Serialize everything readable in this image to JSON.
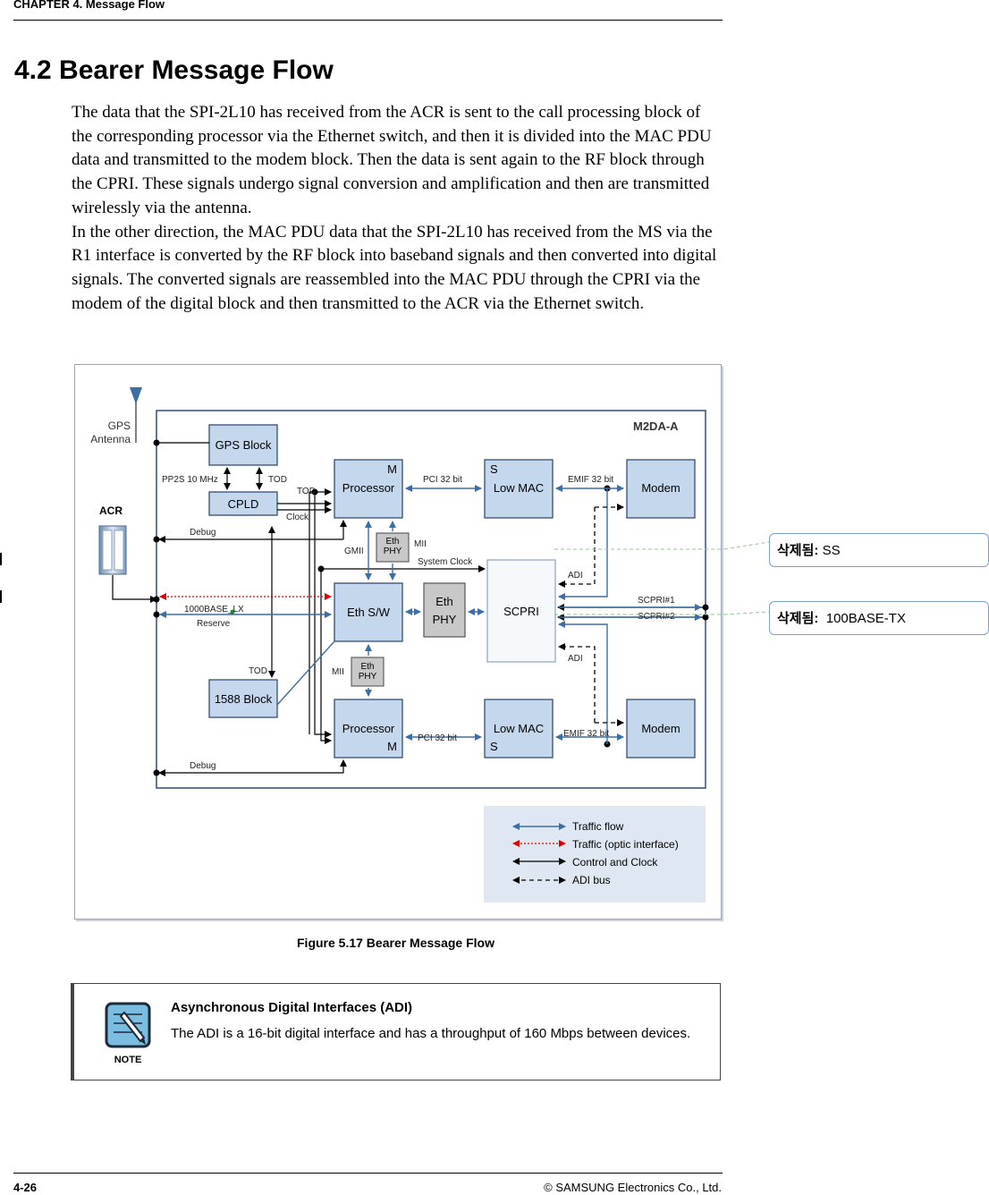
{
  "header": {
    "chapter": "CHAPTER 4. Message Flow"
  },
  "section": {
    "title": "4.2  Bearer Message Flow"
  },
  "paragraphs": [
    "The data that the SPI-2L10 has received from the ACR is sent to the call processing block of the corresponding processor via the Ethernet switch, and then it is divided into the MAC PDU data and transmitted to the modem block. Then the data is sent again to the RF block through the CPRI. These signals undergo signal conversion and amplification and then are transmitted wirelessly via the antenna.",
    "In the other direction, the MAC PDU data that the SPI-2L10 has received from the MS via the R1 interface is converted by the RF block into baseband signals and then converted into digital signals. The converted signals are reassembled into the MAC PDU through the CPRI via the modem of the digital block and then transmitted to the ACR via the Ethernet switch."
  ],
  "diagram": {
    "board_label": "M2DA-A",
    "gps_antenna": [
      "GPS",
      "Antenna"
    ],
    "acr_label": "ACR",
    "blocks": {
      "gps_block": "GPS Block",
      "cpld": "CPLD",
      "block_1588": "1588 Block",
      "proc_top": "Processor",
      "proc_top_tag": "M",
      "proc_bottom": "Processor",
      "proc_bottom_tag": "M",
      "lowmac_top": "Low MAC",
      "lowmac_top_tag": "S",
      "lowmac_bottom": "Low MAC",
      "lowmac_bottom_tag": "S",
      "modem_top": "Modem",
      "modem_bottom": "Modem",
      "eth_sw": "Eth S/W",
      "eth_phy_mid": [
        "Eth",
        "PHY"
      ],
      "eth_phy_small_top": [
        "Eth",
        "PHY"
      ],
      "eth_phy_small_bottom": [
        "Eth",
        "PHY"
      ],
      "scpri": "SCPRI"
    },
    "labels": {
      "pp2s": "PP2S 10 MHz",
      "tod1": "TOD",
      "tod2": "TOD",
      "clock": "Clock",
      "debug_top": "Debug",
      "debug_bottom": "Debug",
      "gmii": "GMII",
      "mii_top": "MII",
      "mii_bottom": "MII",
      "system_clock": "System Clock",
      "pci_top": "PCI 32 bit",
      "pci_bottom": "PCI 32 bit",
      "emif_top": "EMIF 32 bit",
      "emif_bottom": "EMIF 32 bit",
      "adi_top": "ADI",
      "adi_bottom": "ADI",
      "scpri1": "SCPRI#1",
      "scpri2": "SCPRI#2",
      "base_lx": "1000BASE_LX",
      "reserve": "Reserve",
      "tod_1588": "TOD"
    },
    "legend": [
      {
        "label": "Traffic flow",
        "color": "#3b6ea5"
      },
      {
        "label": "Traffic (optic interface)",
        "color": "#e00000"
      },
      {
        "label": "Control and Clock",
        "color": "#000000"
      },
      {
        "label": "ADI bus",
        "color": "#000000"
      }
    ]
  },
  "figure_caption": "Figure 5.17    Bearer Message Flow",
  "note": {
    "icon_label": "NOTE",
    "title": "Asynchronous Digital Interfaces (ADI)",
    "body": "The ADI is a 16-bit digital interface and has a throughput of 160 Mbps between devices."
  },
  "comments": [
    {
      "prefix": "삭제됨:",
      "text": "SS"
    },
    {
      "prefix": "삭제됨:",
      "text": "100BASE-TX"
    }
  ],
  "footer": {
    "page": "4-26",
    "copyright": "© SAMSUNG Electronics Co., Ltd."
  },
  "colors": {
    "block_fill": "#c5d7ec",
    "block_stroke": "#2f4f72",
    "phy_fill": "#c8c8c8",
    "traffic": "#3b6ea5",
    "optic": "#e00000",
    "legend_bg": "#dfe8f2"
  }
}
